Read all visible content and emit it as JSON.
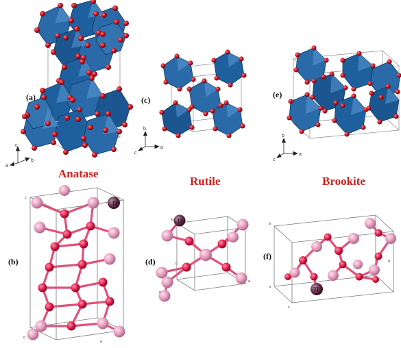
{
  "titles": {
    "anatase": "Anatase",
    "rutile": "Rutile",
    "brookite": "Brookite"
  },
  "panel_labels": {
    "a": "(a)",
    "b": "(b)",
    "c": "(c)",
    "d": "(d)",
    "e": "(e)",
    "f": "(f)"
  },
  "axes": {
    "a_anatase": {
      "c": "c",
      "a": "a",
      "b": "b"
    },
    "c_rutile": {
      "b": "b",
      "c": "c",
      "a": "a"
    },
    "e_brookite": {
      "b": "b",
      "c": "c",
      "a": "a"
    }
  },
  "atom_labels": {
    "b_ti": "Ti",
    "d_ti": "Ti",
    "f_ti": "Ti"
  },
  "cell_labels": {
    "b_top": "c",
    "b_bottom_left": "o",
    "b_bottom_right": "a",
    "d_top_left": "b",
    "d_left": "c",
    "d_bottom_left": "c",
    "d_right": "a",
    "f_top_left": "b",
    "f_left": "o",
    "f_bottom": "c",
    "f_right": "a"
  },
  "colors": {
    "title_red": "#cc2222",
    "octahedron_blue": "#1e5f9e",
    "oxygen_red": "#b0101c",
    "ti_pink": "#e4a6c0",
    "o_crimson": "#d6204a",
    "bond_pink": "#e0507a"
  }
}
